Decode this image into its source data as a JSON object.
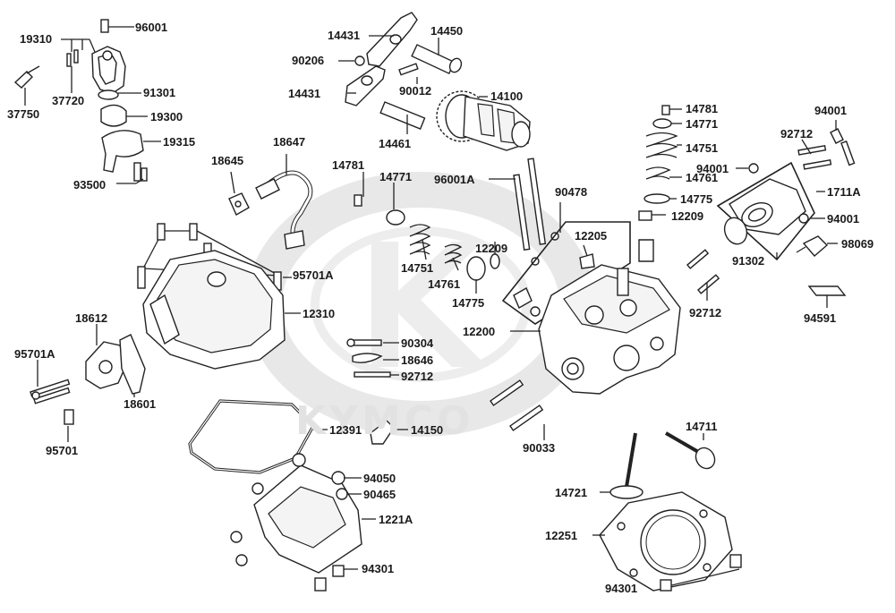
{
  "watermark": {
    "brand": "KYMCO"
  },
  "labels": [
    {
      "id": "96001-a",
      "text": "96001"
    },
    {
      "id": "19310",
      "text": "19310"
    },
    {
      "id": "37750",
      "text": "37750"
    },
    {
      "id": "37720",
      "text": "37720"
    },
    {
      "id": "91301",
      "text": "91301"
    },
    {
      "id": "19300",
      "text": "19300"
    },
    {
      "id": "19315",
      "text": "19315"
    },
    {
      "id": "93500",
      "text": "93500"
    },
    {
      "id": "14431-a",
      "text": "14431"
    },
    {
      "id": "14450",
      "text": "14450"
    },
    {
      "id": "90206",
      "text": "90206"
    },
    {
      "id": "14431-b",
      "text": "14431"
    },
    {
      "id": "90012",
      "text": "90012"
    },
    {
      "id": "14100",
      "text": "14100"
    },
    {
      "id": "14461",
      "text": "14461"
    },
    {
      "id": "14781-a",
      "text": "14781"
    },
    {
      "id": "14771-a",
      "text": "14771"
    },
    {
      "id": "14751-a",
      "text": "14751"
    },
    {
      "id": "14761-a",
      "text": "14761"
    },
    {
      "id": "14775-a",
      "text": "14775"
    },
    {
      "id": "12209-a",
      "text": "12209"
    },
    {
      "id": "14781-b",
      "text": "14781"
    },
    {
      "id": "14771-b",
      "text": "14771"
    },
    {
      "id": "14751-b",
      "text": "14751"
    },
    {
      "id": "14761-b",
      "text": "14761"
    },
    {
      "id": "14775-b",
      "text": "14775"
    },
    {
      "id": "12209-b",
      "text": "12209"
    },
    {
      "id": "94001-a",
      "text": "94001"
    },
    {
      "id": "92712-a",
      "text": "92712"
    },
    {
      "id": "94001-b",
      "text": "94001"
    },
    {
      "id": "1711A",
      "text": "1711A"
    },
    {
      "id": "94001-c",
      "text": "94001"
    },
    {
      "id": "98069",
      "text": "98069"
    },
    {
      "id": "91302",
      "text": "91302"
    },
    {
      "id": "92712-b",
      "text": "92712"
    },
    {
      "id": "94591",
      "text": "94591"
    },
    {
      "id": "18647",
      "text": "18647"
    },
    {
      "id": "18645",
      "text": "18645"
    },
    {
      "id": "96001A",
      "text": "96001A"
    },
    {
      "id": "90478",
      "text": "90478"
    },
    {
      "id": "12205",
      "text": "12205"
    },
    {
      "id": "95701A-a",
      "text": "95701A"
    },
    {
      "id": "12310",
      "text": "12310"
    },
    {
      "id": "18612",
      "text": "18612"
    },
    {
      "id": "95701A-b",
      "text": "95701A"
    },
    {
      "id": "18601",
      "text": "18601"
    },
    {
      "id": "95701",
      "text": "95701"
    },
    {
      "id": "90304",
      "text": "90304"
    },
    {
      "id": "18646",
      "text": "18646"
    },
    {
      "id": "92712-c",
      "text": "92712"
    },
    {
      "id": "12200",
      "text": "12200"
    },
    {
      "id": "12391",
      "text": "12391"
    },
    {
      "id": "14150",
      "text": "14150"
    },
    {
      "id": "90033",
      "text": "90033"
    },
    {
      "id": "14711",
      "text": "14711"
    },
    {
      "id": "94050",
      "text": "94050"
    },
    {
      "id": "90465",
      "text": "90465"
    },
    {
      "id": "1221A",
      "text": "1221A"
    },
    {
      "id": "14721",
      "text": "14721"
    },
    {
      "id": "12251",
      "text": "12251"
    },
    {
      "id": "94301-a",
      "text": "94301"
    },
    {
      "id": "94301-b",
      "text": "94301"
    }
  ]
}
